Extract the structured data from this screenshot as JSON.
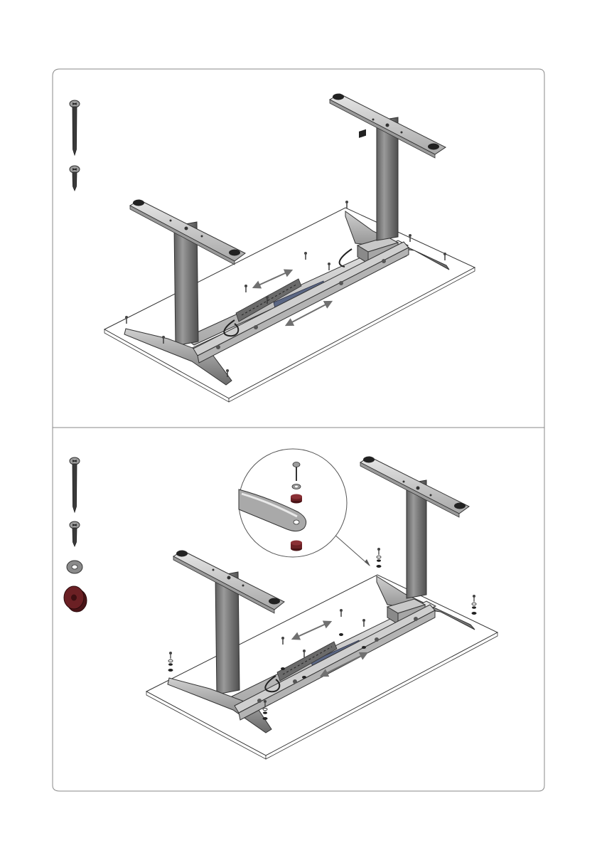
{
  "document": {
    "type": "assembly-instructions",
    "steps": [
      {
        "parts": [
          "long-screw",
          "short-screw"
        ],
        "illustration": "desk-frame-mounted-to-tabletop-underside",
        "adjustment_arrows": 2
      },
      {
        "parts": [
          "long-screw",
          "short-screw",
          "washer",
          "rubber-pad"
        ],
        "illustration": "desk-frame-with-feet-pads",
        "detail_callout": "foot-pad-assembly-zoom",
        "adjustment_arrows": 2
      }
    ],
    "colors": {
      "frame_gray": "#c9c9c9",
      "frame_dark": "#6e6e6e",
      "tabletop": "#ffffff",
      "crossbar_blue": "#5b6784",
      "rubber_pad": "#6b2024",
      "arrow_gray": "#707070",
      "panel_border": "#888888"
    }
  }
}
